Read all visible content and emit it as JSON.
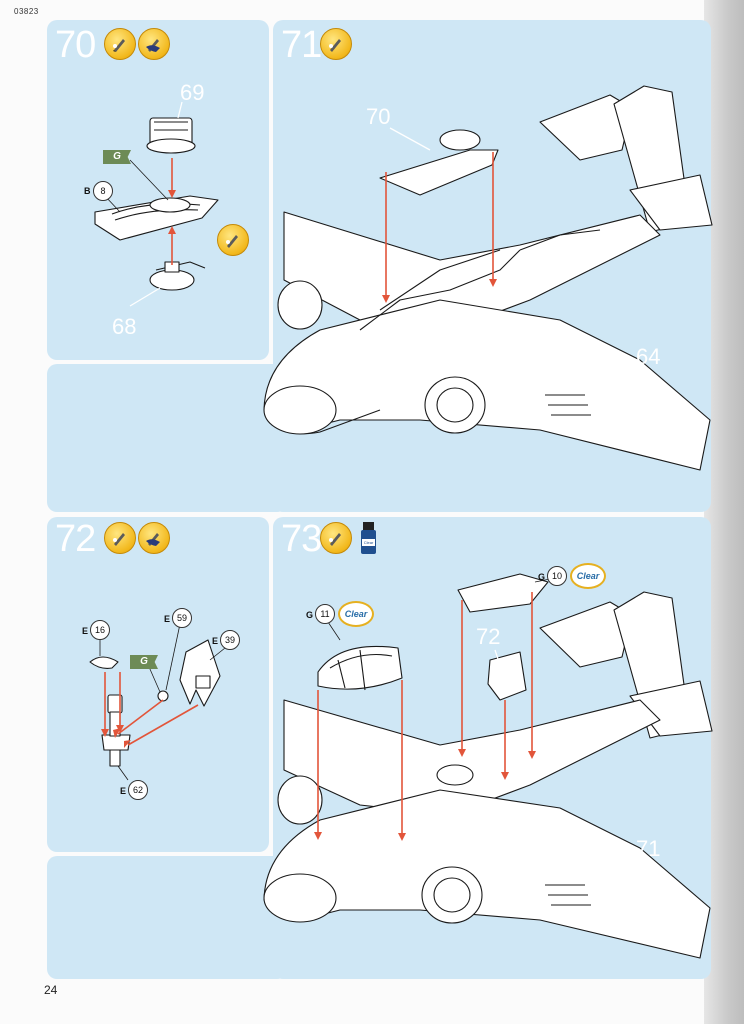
{
  "header": {
    "code": "03823"
  },
  "footer": {
    "page_number": "24"
  },
  "steps": {
    "s70": {
      "number": "70",
      "ref_top": "69",
      "ref_bottom": "68",
      "glue": "G",
      "part_b": "B",
      "part_b_no": "8"
    },
    "s71": {
      "number": "71",
      "ref_part": "70",
      "ref_body": "64"
    },
    "s72": {
      "number": "72",
      "glue": "G",
      "p16_letter": "E",
      "p16_no": "16",
      "p59_letter": "E",
      "p59_no": "59",
      "p39_letter": "E",
      "p39_no": "39",
      "p62_letter": "E",
      "p62_no": "62"
    },
    "s73": {
      "number": "73",
      "ref_mid": "72",
      "ref_body": "71",
      "p11_letter": "G",
      "p11_no": "11",
      "clear1": "Clear",
      "p10_letter": "G",
      "p10_no": "10",
      "clear2": "Clear",
      "paint_label": "Clear"
    }
  },
  "colors": {
    "panel": "#cfe7f5",
    "arrow": "#e2553a",
    "badge": "#f2b81c",
    "glue": "#6d8b56"
  }
}
